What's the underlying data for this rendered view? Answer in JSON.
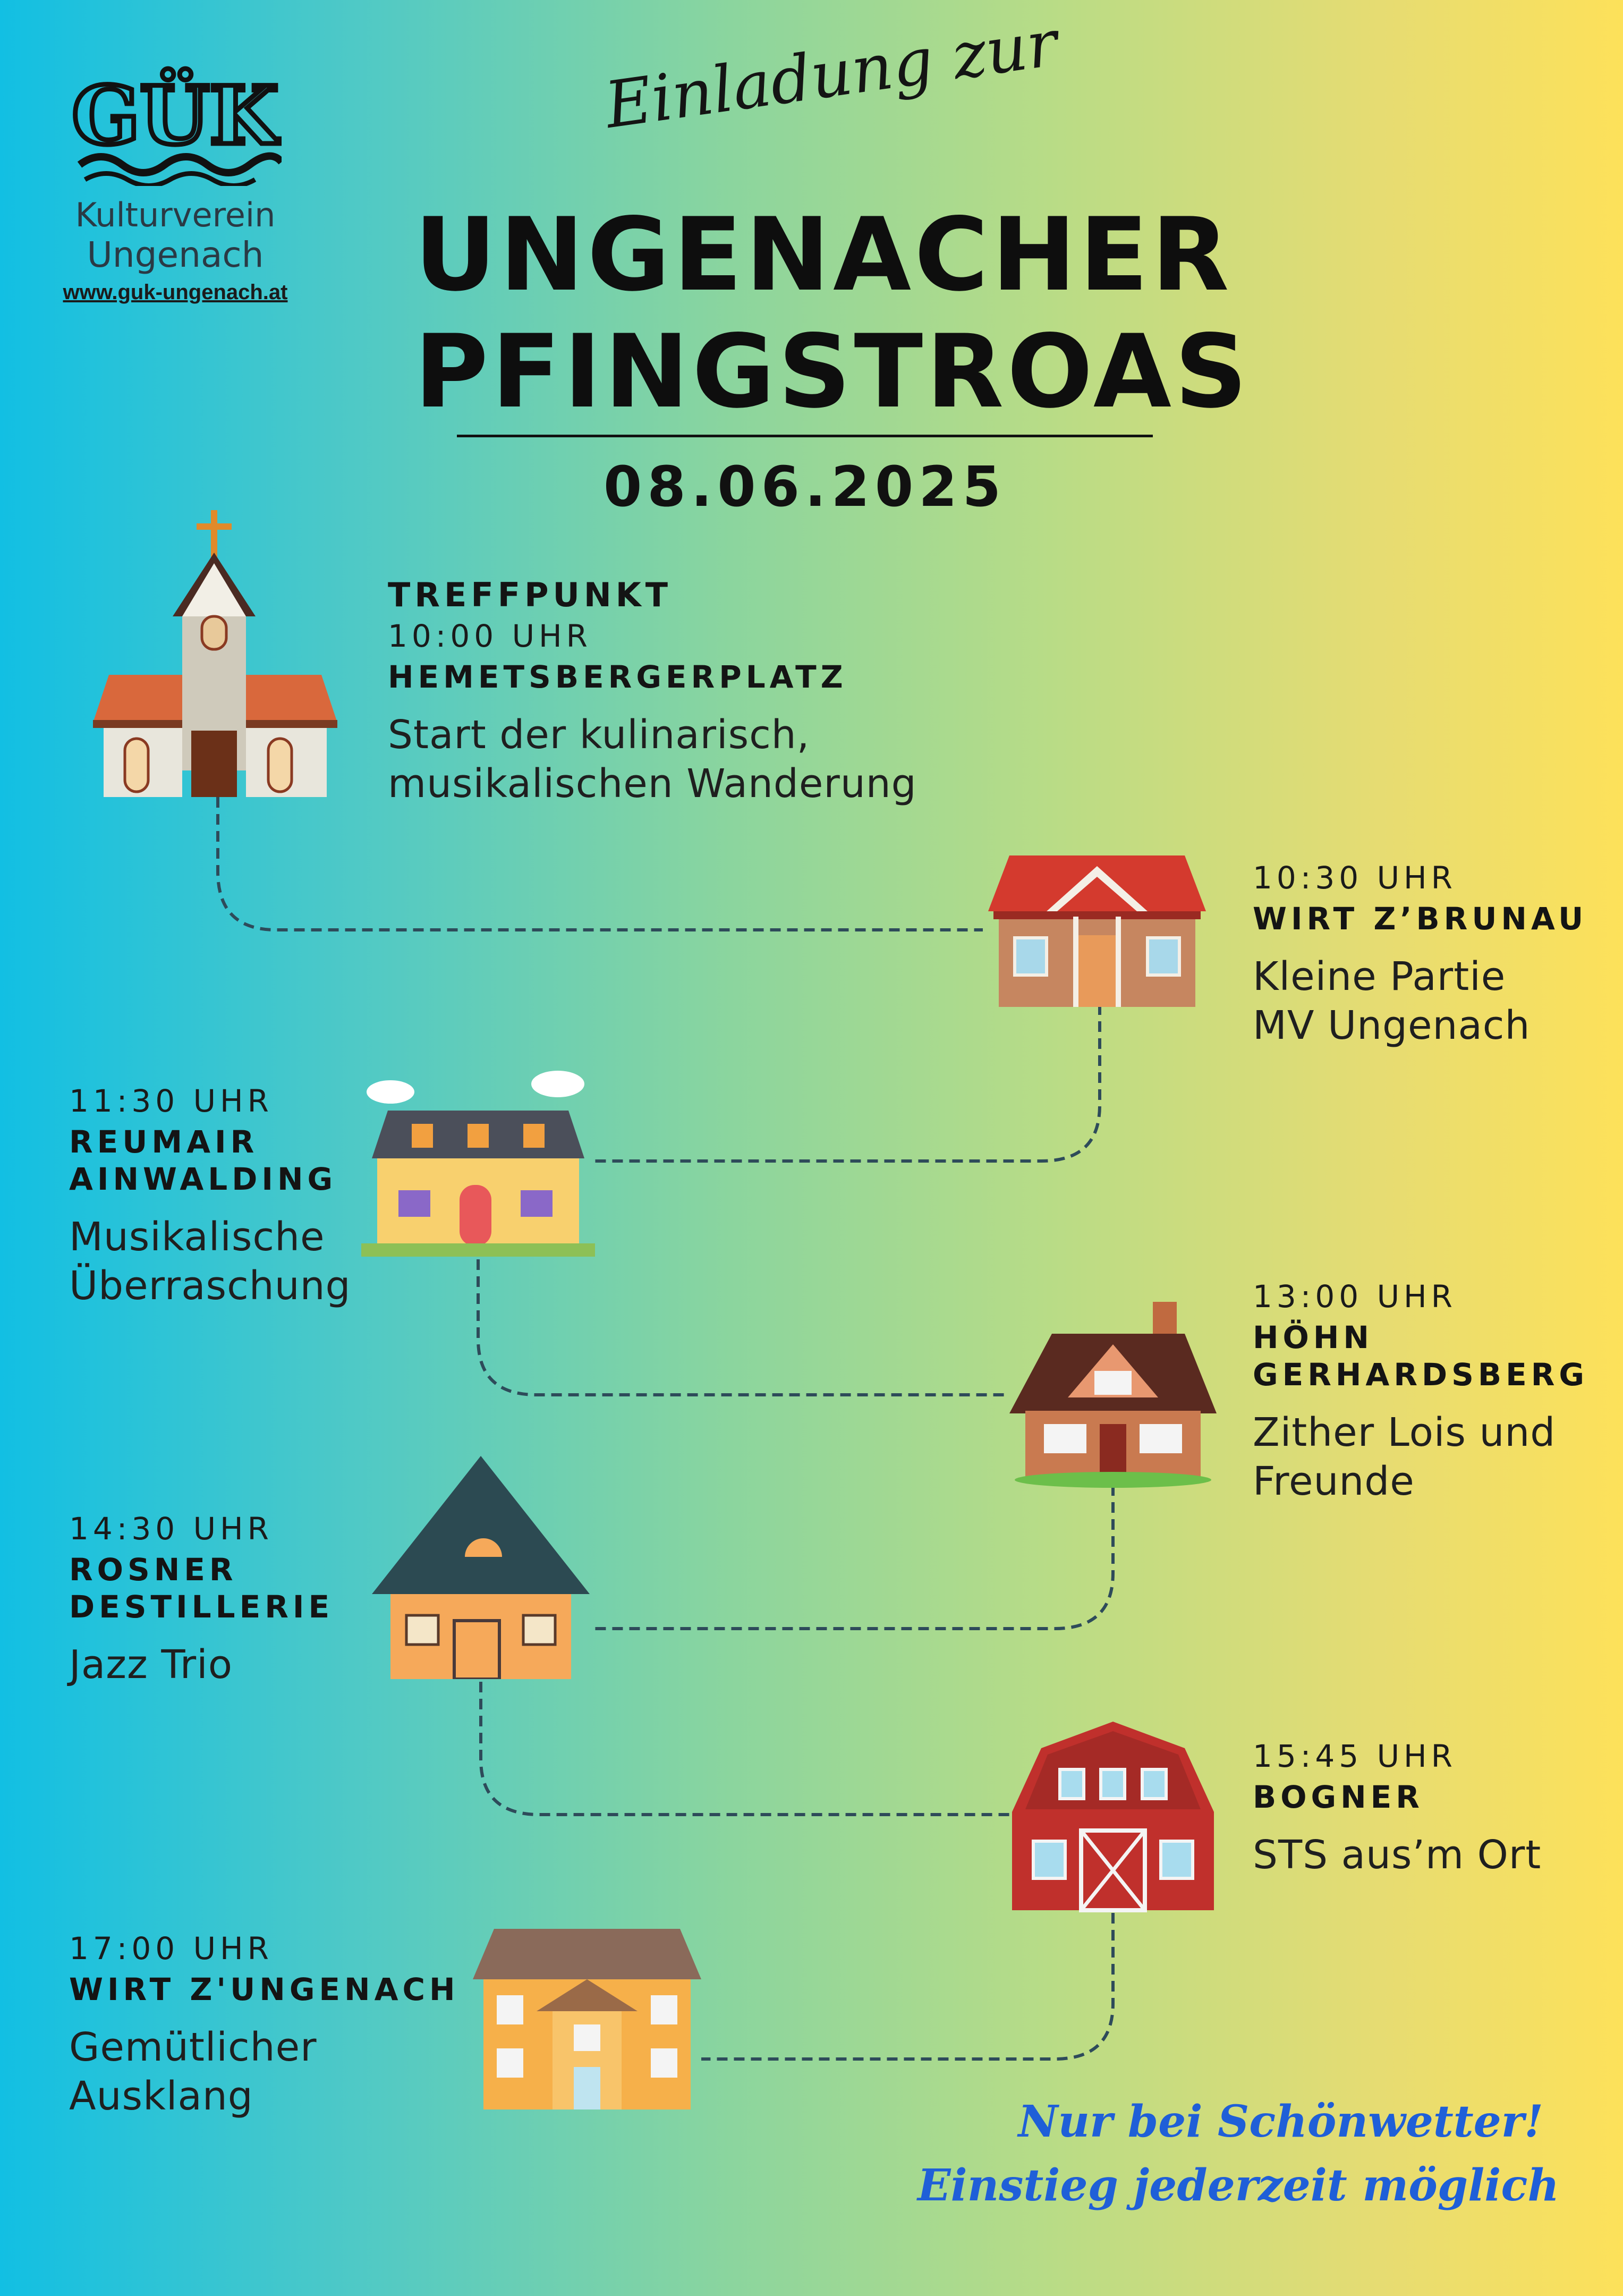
{
  "header": {
    "logo_text": "GÜK",
    "club_line1": "Kulturverein",
    "club_line2": "Ungenach",
    "website": "www.guk-ungenach.at",
    "invitation": "Einladung zur",
    "title_line1": "UNGENACHER",
    "title_line2": "PFINGSTROAS",
    "date": "08.06.2025"
  },
  "stops": [
    {
      "label": "TREFFPUNKT",
      "time": "10:00 UHR",
      "place": "HEMETSBERGERPLATZ",
      "desc_line1": "Start der kulinarisch,",
      "desc_line2": "musikalischen Wanderung",
      "icon": "church-icon"
    },
    {
      "time": "10:30 UHR",
      "place": "WIRT Z’BRUNAU",
      "desc_line1": "Kleine Partie",
      "desc_line2": "MV Ungenach",
      "icon": "inn-house-icon"
    },
    {
      "time": "11:30 UHR",
      "place_line1": "REUMAIR",
      "place_line2": "AINWALDING",
      "desc_line1": "Musikalische",
      "desc_line2": "Überraschung",
      "icon": "yellow-villa-icon"
    },
    {
      "time": "13:00 UHR",
      "place_line1": "HÖHN",
      "place_line2": "GERHARDSBERG",
      "desc_line1": "Zither Lois und",
      "desc_line2": "Freunde",
      "icon": "cottage-icon"
    },
    {
      "time": "14:30 UHR",
      "place_line1": "ROSNER",
      "place_line2": "DESTILLERIE",
      "desc_line1": "Jazz Trio",
      "icon": "distillery-house-icon"
    },
    {
      "time": "15:45 UHR",
      "place": "BOGNER",
      "desc_line1": "STS aus’m Ort",
      "icon": "red-barn-icon"
    },
    {
      "time": "17:00 UHR",
      "place": "WIRT Z'UNGENACH",
      "desc_line1": "Gemütlicher",
      "desc_line2": "Ausklang",
      "icon": "orange-inn-icon"
    }
  ],
  "footer": {
    "weather_note": "Nur bei Schönwetter!",
    "entry_note": "Einstieg jederzeit möglich"
  },
  "colors": {
    "gradient_left": "#12bfe3",
    "gradient_right": "#fde15a",
    "note_blue": "#1f5fd8",
    "path_line": "#2e4b5a"
  }
}
